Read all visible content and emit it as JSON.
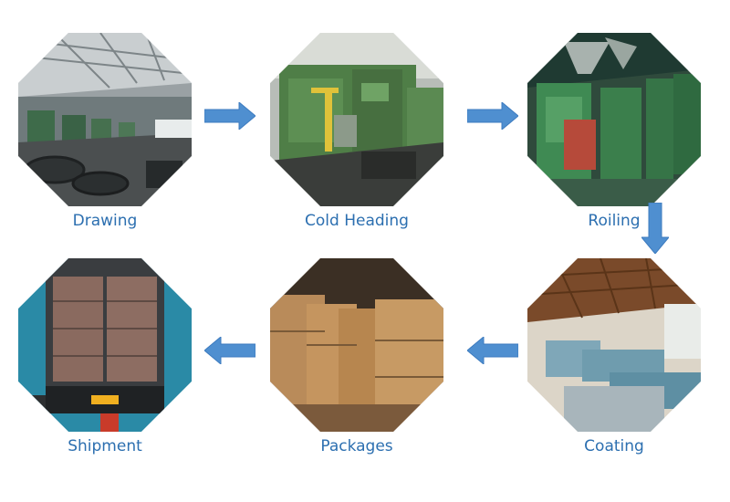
{
  "steps": [
    {
      "id": "drawing",
      "label": "Drawing",
      "photo": "factory-hall-wire-drawing"
    },
    {
      "id": "cold-heading",
      "label": "Cold Heading",
      "photo": "green-cold-heading-machine"
    },
    {
      "id": "roiling",
      "label": "Roiling",
      "photo": "green-thread-rolling-machines"
    },
    {
      "id": "coating",
      "label": "Coating",
      "photo": "coating-tanks-workshop"
    },
    {
      "id": "packages",
      "label": "Packages",
      "photo": "cartons-on-pallets"
    },
    {
      "id": "shipment",
      "label": "Shipment",
      "photo": "loaded-container-truck"
    }
  ],
  "colors": {
    "label": "#2c6fb0",
    "arrow": "#4f8fd0",
    "arrow_edge": "#3d7bbf"
  }
}
